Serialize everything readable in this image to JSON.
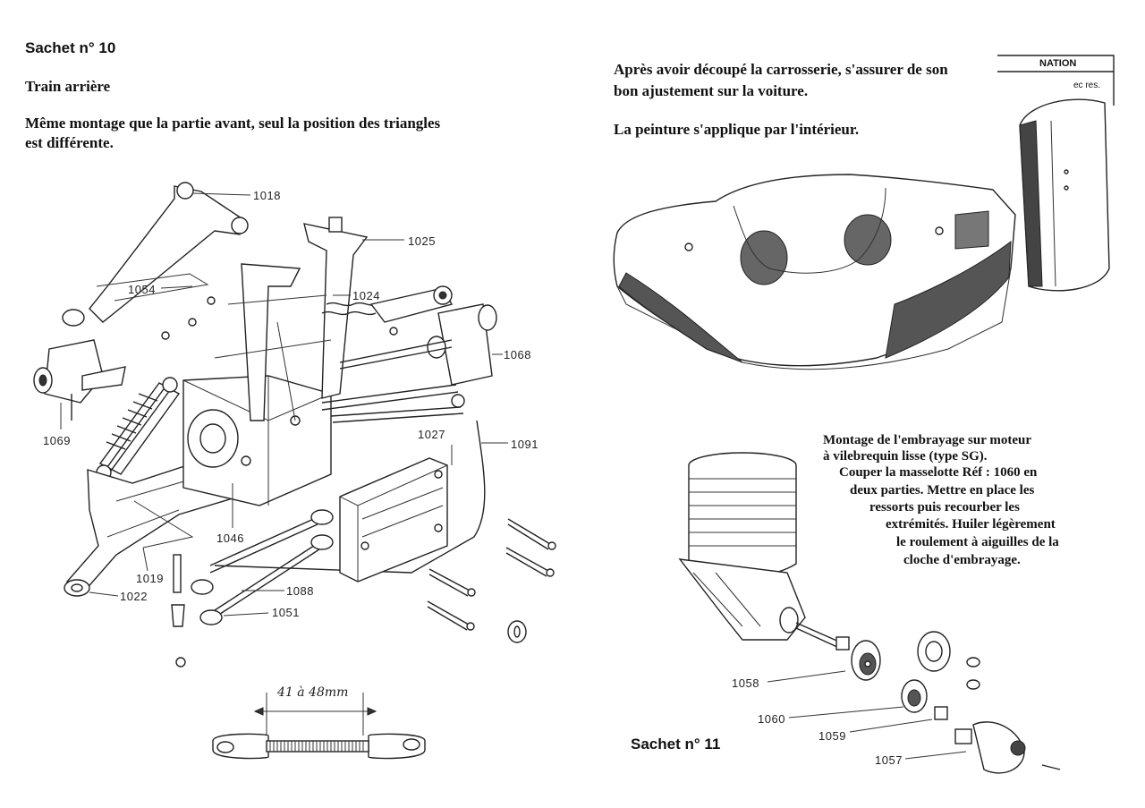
{
  "left": {
    "sachet_title": "Sachet n° 10",
    "subtitle": "Train arrière",
    "instruction_line1": "Même montage que la partie avant, seul la position des triangles",
    "instruction_line2": "est différente."
  },
  "right": {
    "body_text_line1": "Après avoir découpé la carrosserie, s'assurer de son",
    "body_text_line2": "bon ajustement sur la voiture.",
    "paint_text": "La peinture s'applique par l'intérieur.",
    "tag_text": "NATION",
    "tag_sub": "ec res.",
    "clutch_lines": [
      "Montage de l'embrayage sur moteur",
      "à vilebrequin lisse (type SG).",
      "Couper la masselotte Réf : 1060 en",
      "deux parties. Mettre en place les",
      "ressorts puis recourber les",
      "extrémités. Huiler légèrement",
      "le roulement à aiguilles de la",
      "cloche d'embrayage."
    ],
    "sachet_title": "Sachet n° 11"
  },
  "dimension_label": "41 à 48mm",
  "part_labels": {
    "p1018": "1018",
    "p1025": "1025",
    "p1054": "1054",
    "p1024": "1024",
    "p1068": "1068",
    "p1069": "1069",
    "p1027": "1027",
    "p1091": "1091",
    "p1046": "1046",
    "p1019": "1019",
    "p1022": "1022",
    "p1088": "1088",
    "p1051": "1051",
    "p1058": "1058",
    "p1060": "1060",
    "p1059": "1059",
    "p1057": "1057"
  }
}
